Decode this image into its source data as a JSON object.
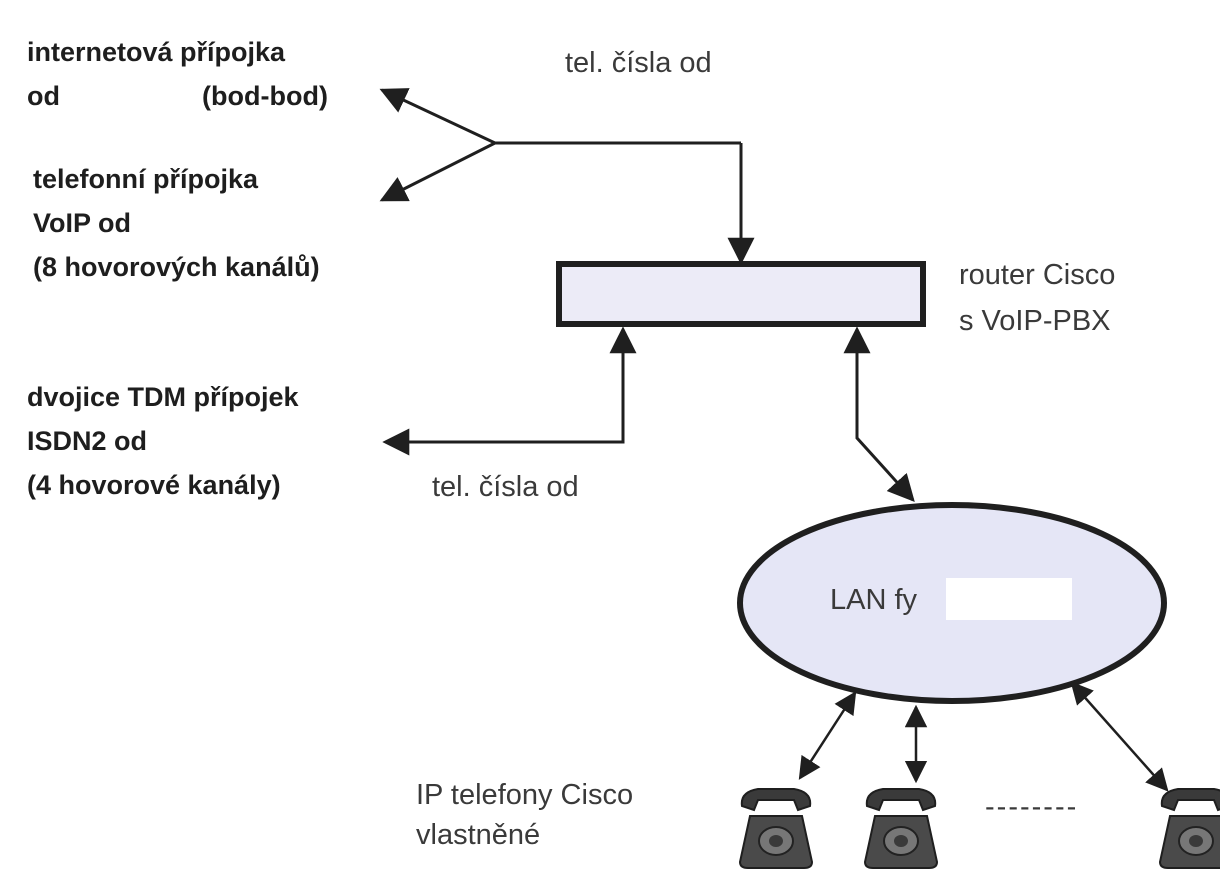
{
  "labels": {
    "internet_line1": "internetová přípojka",
    "internet_line2a": "od",
    "internet_line2b": "(bod-bod)",
    "phone_line1": "telefonní přípojka",
    "phone_line2": "VoIP od",
    "phone_line3": "(8 hovorových kanálů)",
    "isdn_line1": "dvojice TDM přípojek",
    "isdn_line2": "ISDN2 od",
    "isdn_line3": "(4 hovorové kanály)",
    "tel_numbers_top": "tel. čísla od",
    "tel_numbers_bottom": "tel. čísla od",
    "router_line1": "router Cisco",
    "router_line2": "s VoIP-PBX",
    "lan": "LAN fy",
    "phones_line1": "IP telefony Cisco",
    "phones_line2": "vlastněné",
    "ellipsis": "--------"
  },
  "colors": {
    "stroke": "#1f1f1f",
    "router_fill": "#ecebf7",
    "lan_fill": "#e5e6f6",
    "phone_body": "#3a3a3a"
  }
}
